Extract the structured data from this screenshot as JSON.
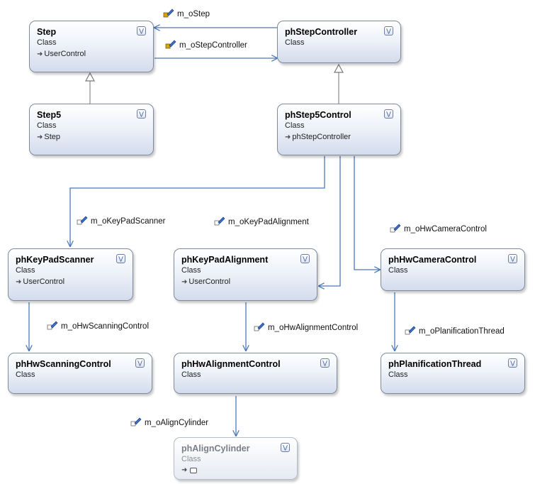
{
  "classes": {
    "step": {
      "name": "Step",
      "kind": "Class",
      "base": "UserControl"
    },
    "phStepController": {
      "name": "phStepController",
      "kind": "Class"
    },
    "step5": {
      "name": "Step5",
      "kind": "Class",
      "base": "Step"
    },
    "phStep5Control": {
      "name": "phStep5Control",
      "kind": "Class",
      "base": "phStepController"
    },
    "phKeyPadScanner": {
      "name": "phKeyPadScanner",
      "kind": "Class",
      "base": "UserControl"
    },
    "phKeyPadAlignment": {
      "name": "phKeyPadAlignment",
      "kind": "Class",
      "base": "UserControl"
    },
    "phHwCameraControl": {
      "name": "phHwCameraControl",
      "kind": "Class"
    },
    "phHwScanningControl": {
      "name": "phHwScanningControl",
      "kind": "Class"
    },
    "phHwAlignmentControl": {
      "name": "phHwAlignmentControl",
      "kind": "Class"
    },
    "phPlanificationThread": {
      "name": "phPlanificationThread",
      "kind": "Class"
    },
    "phAlignCylinder": {
      "name": "phAlignCylinder",
      "kind": "Class"
    }
  },
  "associations": {
    "m_oStep": "m_oStep",
    "m_oStepController": "m_oStepController",
    "m_oKeyPadScanner": "m_oKeyPadScanner",
    "m_oKeyPadAlignment": "m_oKeyPadAlignment",
    "m_oHwCameraControl": "m_oHwCameraControl",
    "m_oHwScanningControl": "m_oHwScanningControl",
    "m_oHwAlignmentControl": "m_oHwAlignmentControl",
    "m_oPlanificationThread": "m_oPlanificationThread",
    "m_oAlignCylinder": "m_oAlignCylinder"
  },
  "icons": {
    "expander": "double-chevron-down-icon",
    "inheritance": "arrow-right-icon",
    "property": "property-wrench-icon",
    "lock": "lock-icon"
  },
  "colors": {
    "association_line": "#4a78b8",
    "inheritance_line": "#8c8c8c",
    "box_border": "#7e8b9e"
  }
}
